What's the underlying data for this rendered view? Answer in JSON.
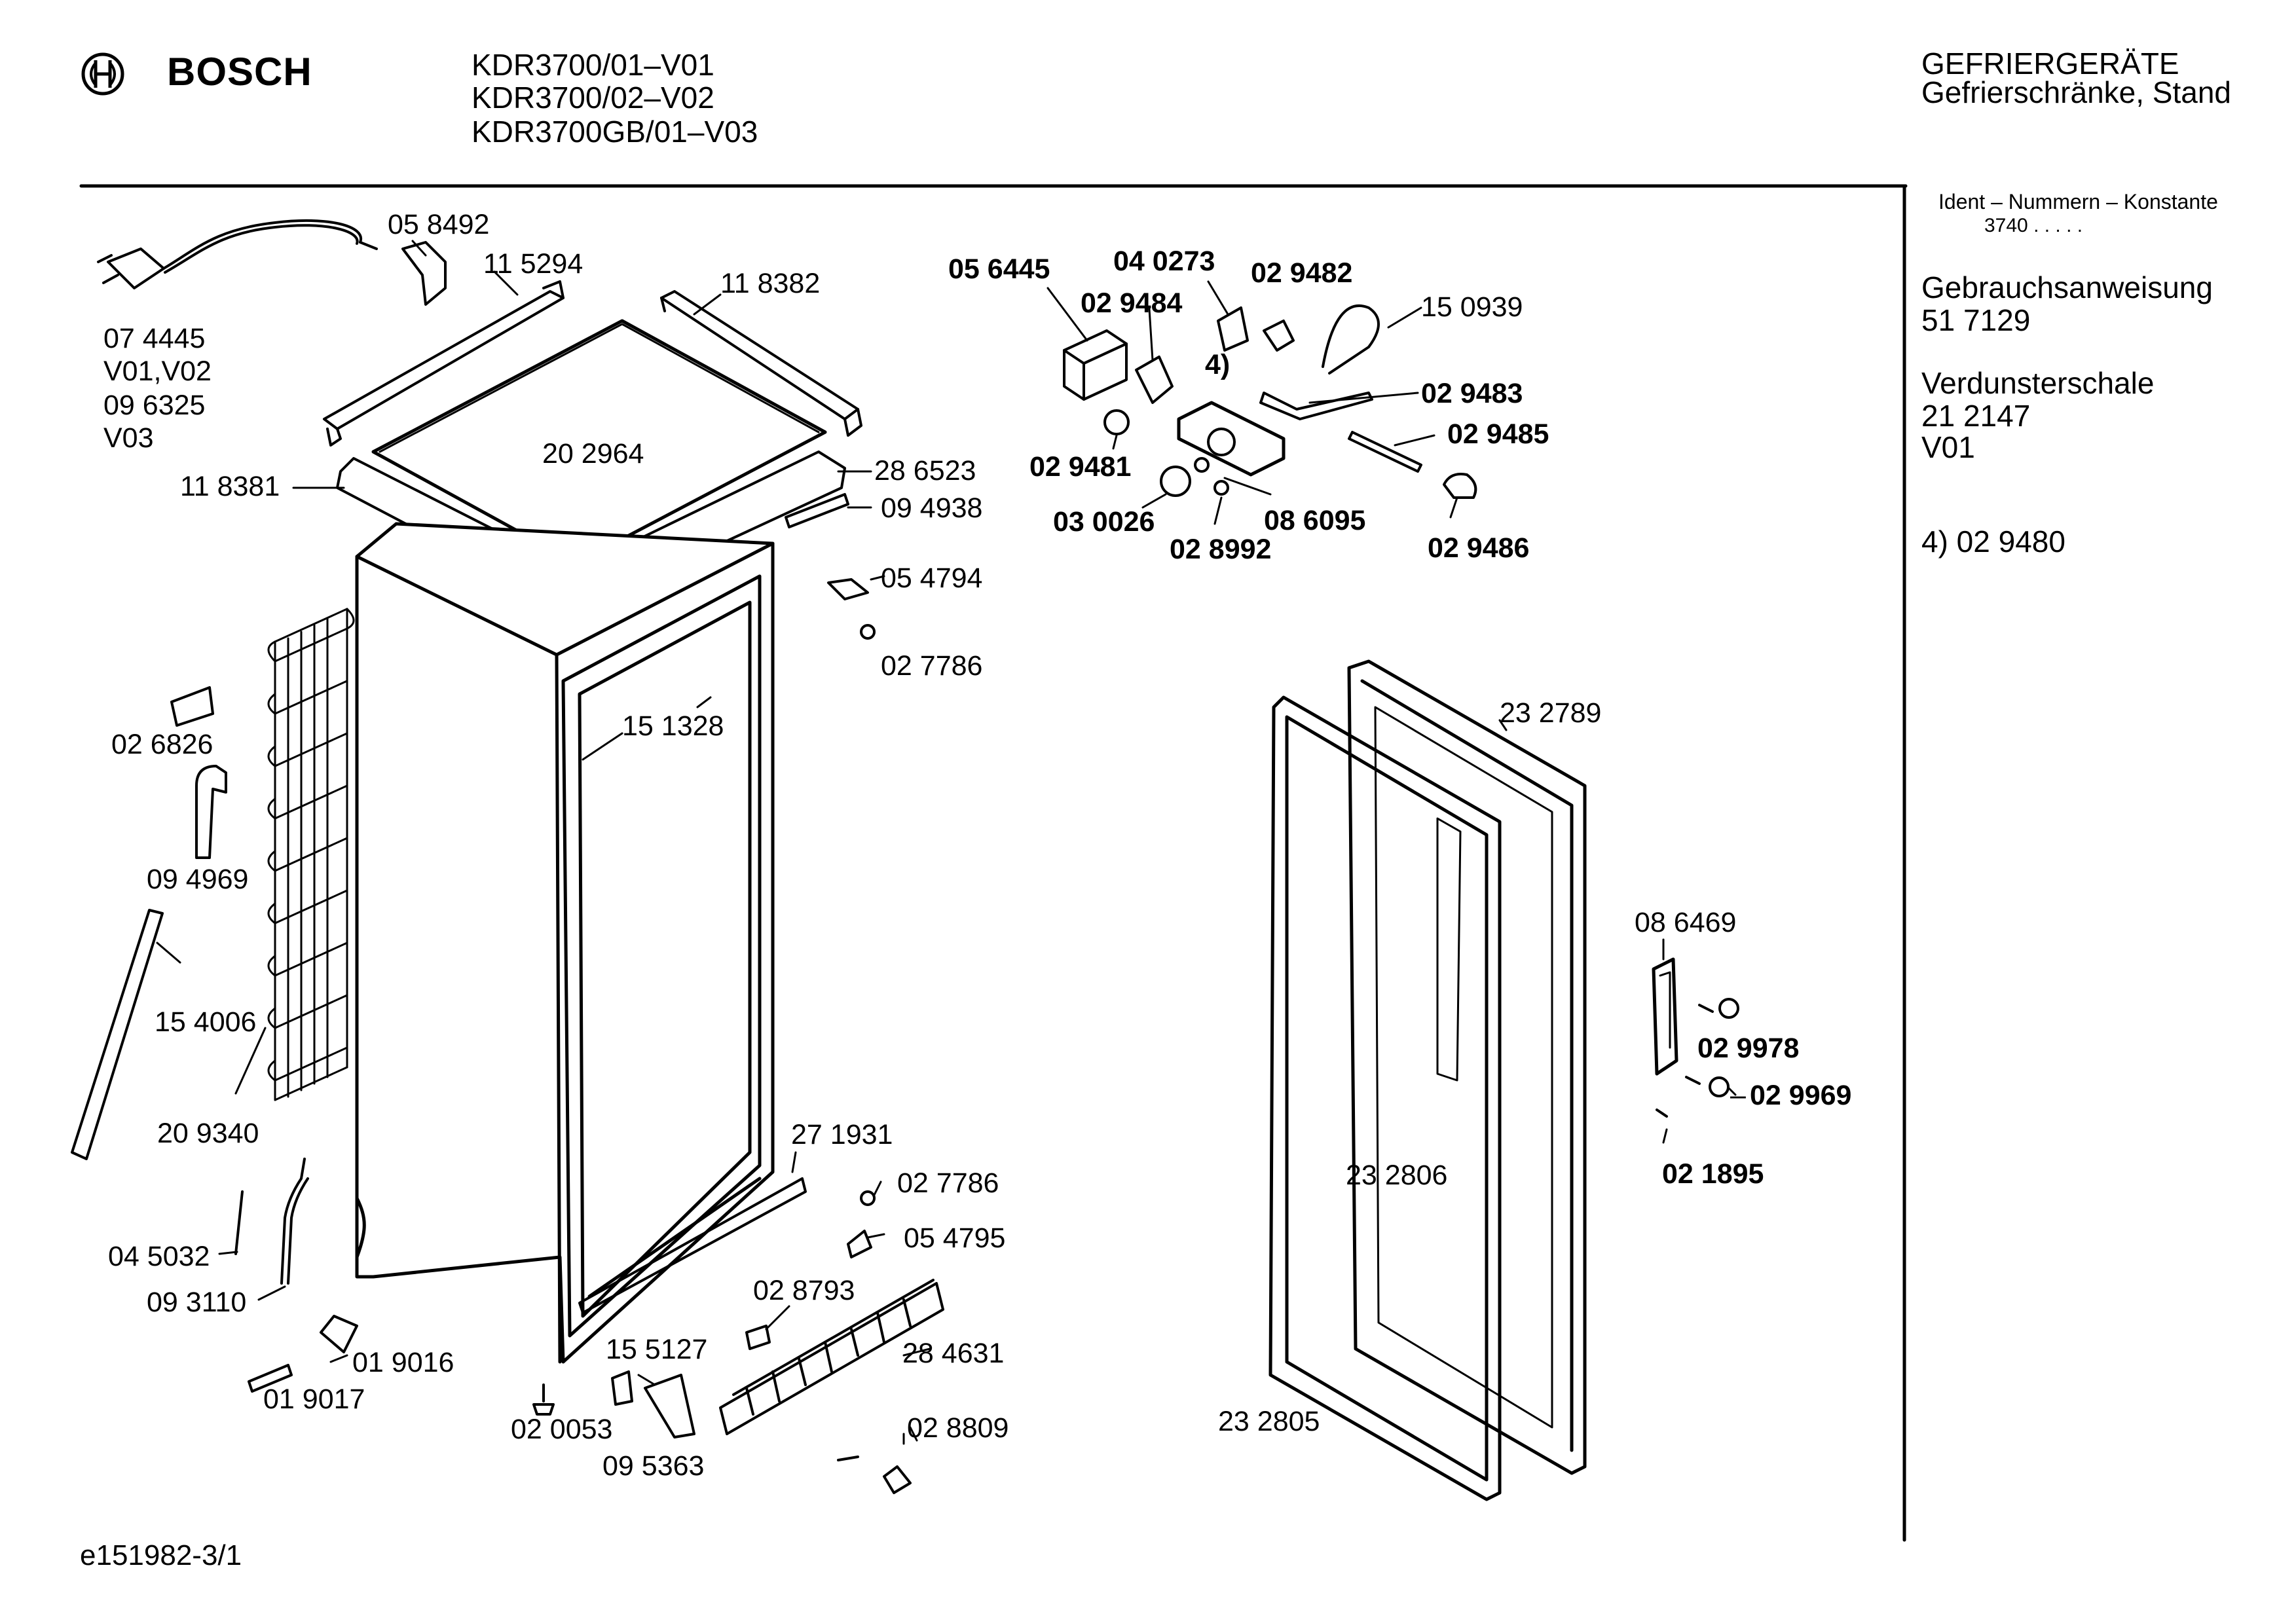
{
  "header": {
    "brand": "BOSCH",
    "models": [
      "KDR3700/01–V01",
      "KDR3700/02–V02",
      "KDR3700GB/01–V03"
    ],
    "category": "GEFRIERGERÄTE",
    "subcategory": "Gefrierschränke, Stand"
  },
  "sidebar": {
    "ident_label": "Ident – Nummern – Konstante",
    "ident_value": "3740  .  .  .  .  .",
    "blocks": [
      {
        "title": "Gebrauchsanweisung",
        "lines": [
          "51 7129"
        ]
      },
      {
        "title": "Verdunsterschale",
        "lines": [
          "21 2147",
          "V01"
        ]
      },
      {
        "title": "4)  02 9480",
        "lines": []
      }
    ]
  },
  "parts": [
    {
      "id": "p1",
      "text": "05 8492",
      "bold": false
    },
    {
      "id": "p2",
      "text": "11 5294",
      "bold": false
    },
    {
      "id": "p3",
      "text": "11 8382",
      "bold": false
    },
    {
      "id": "p4",
      "text": "07 4445",
      "bold": false
    },
    {
      "id": "p5",
      "text": "V01,V02",
      "bold": false
    },
    {
      "id": "p6",
      "text": "09 6325",
      "bold": false
    },
    {
      "id": "p7",
      "text": "V03",
      "bold": false
    },
    {
      "id": "p8",
      "text": "20 2964",
      "bold": false
    },
    {
      "id": "p9",
      "text": "11 8381",
      "bold": false
    },
    {
      "id": "p10",
      "text": "28 6523",
      "bold": false
    },
    {
      "id": "p11",
      "text": "09 4938",
      "bold": false
    },
    {
      "id": "p12",
      "text": "05 4794",
      "bold": false
    },
    {
      "id": "p13",
      "text": "02 7786",
      "bold": false
    },
    {
      "id": "p14",
      "text": "15 1328",
      "bold": false
    },
    {
      "id": "p15",
      "text": "02 6826",
      "bold": false
    },
    {
      "id": "p16",
      "text": "09 4969",
      "bold": false
    },
    {
      "id": "p17",
      "text": "15 4006",
      "bold": false
    },
    {
      "id": "p18",
      "text": "20 9340",
      "bold": false
    },
    {
      "id": "p19",
      "text": "27 1931",
      "bold": false
    },
    {
      "id": "p20",
      "text": "02 7786",
      "bold": false
    },
    {
      "id": "p21",
      "text": "05 4795",
      "bold": false
    },
    {
      "id": "p22",
      "text": "04 5032",
      "bold": false
    },
    {
      "id": "p23",
      "text": "09 3110",
      "bold": false
    },
    {
      "id": "p24",
      "text": "02 8793",
      "bold": false
    },
    {
      "id": "p25",
      "text": "28 4631",
      "bold": false
    },
    {
      "id": "p26",
      "text": "01 9016",
      "bold": false
    },
    {
      "id": "p27",
      "text": "15 5127",
      "bold": false
    },
    {
      "id": "p28",
      "text": "01 9017",
      "bold": false
    },
    {
      "id": "p29",
      "text": "02 0053",
      "bold": false
    },
    {
      "id": "p30",
      "text": "09 5363",
      "bold": false
    },
    {
      "id": "p31",
      "text": "02 8809",
      "bold": false
    },
    {
      "id": "p32",
      "text": "05 6445",
      "bold": true
    },
    {
      "id": "p33",
      "text": "04 0273",
      "bold": true
    },
    {
      "id": "p34",
      "text": "02 9482",
      "bold": true
    },
    {
      "id": "p35",
      "text": "02 9484",
      "bold": true
    },
    {
      "id": "p36",
      "text": "15 0939",
      "bold": false
    },
    {
      "id": "p37",
      "text": "4)",
      "bold": true
    },
    {
      "id": "p38",
      "text": "02 9483",
      "bold": true
    },
    {
      "id": "p39",
      "text": "02 9485",
      "bold": true
    },
    {
      "id": "p40",
      "text": "02 9481",
      "bold": true
    },
    {
      "id": "p41",
      "text": "03 0026",
      "bold": true
    },
    {
      "id": "p42",
      "text": "08 6095",
      "bold": true
    },
    {
      "id": "p43",
      "text": "02 8992",
      "bold": true
    },
    {
      "id": "p44",
      "text": "02 9486",
      "bold": true
    },
    {
      "id": "p45",
      "text": "23 2789",
      "bold": false
    },
    {
      "id": "p46",
      "text": "08 6469",
      "bold": false
    },
    {
      "id": "p47",
      "text": "02 9978",
      "bold": true
    },
    {
      "id": "p48",
      "text": "02 9969",
      "bold": true
    },
    {
      "id": "p49",
      "text": "02 1895",
      "bold": true
    },
    {
      "id": "p50",
      "text": "23 2806",
      "bold": false
    },
    {
      "id": "p51",
      "text": "23 2805",
      "bold": false
    }
  ],
  "footer": {
    "drawing_id": "e151982-3/1"
  }
}
